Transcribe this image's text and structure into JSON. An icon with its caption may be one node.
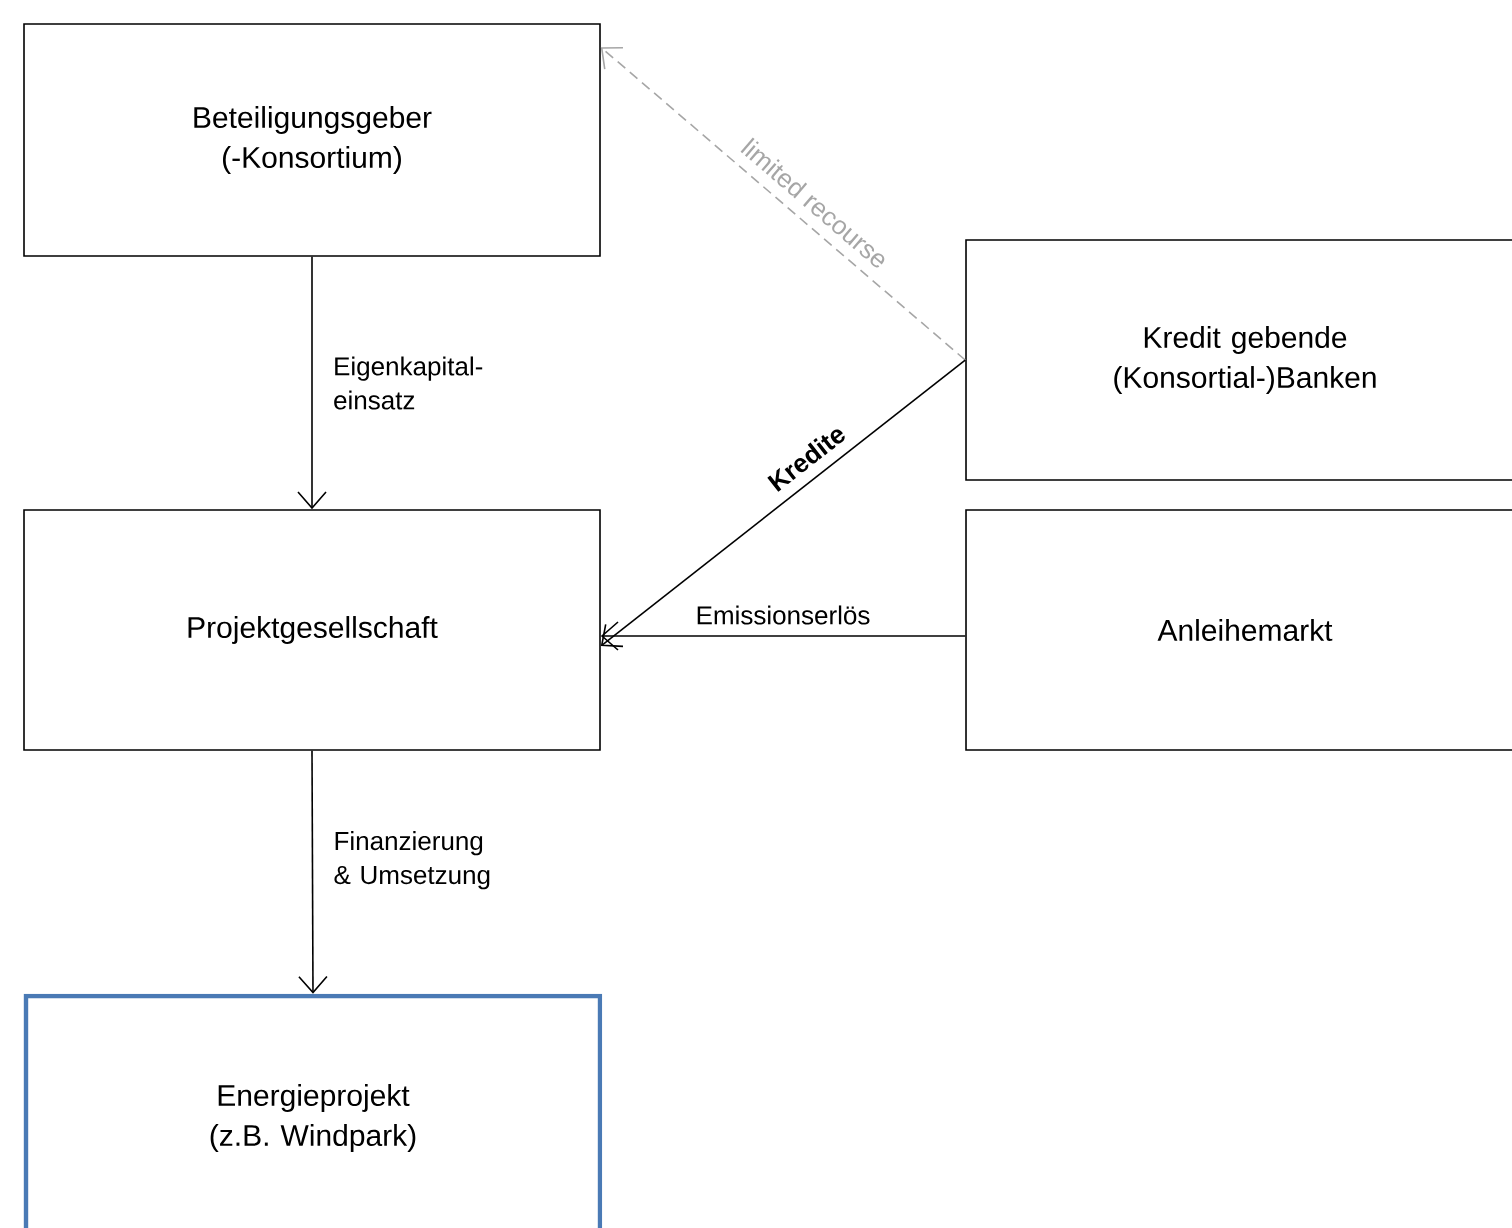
{
  "diagram": {
    "nodes": [
      {
        "text": [
          "Beteiligungsgeber (-Konsortium)"
        ]
      },
      {
        "text": [
          "Kredit gebende (Konsortial-)Banken"
        ]
      },
      {
        "text": [
          "Projektgesellschaft"
        ]
      },
      {
        "text": [
          "Anleihemarkt"
        ]
      },
      {
        "text": [
          "Energieprojekt (z.B. Windpark)"
        ]
      }
    ],
    "edges": [
      {
        "from": 0,
        "to": 2,
        "arrow": "to",
        "label": "Eigenkapital- einsatz"
      },
      {
        "from": 1,
        "to": 0,
        "arrow": "to",
        "label": "limited recourse",
        "style": "dashed",
        "color": "#a6a6a6"
      },
      {
        "from": 1,
        "to": 2,
        "arrow": "to",
        "label": "**Kredite**"
      },
      {
        "from": 3,
        "to": 2,
        "arrow": "to",
        "label": "Emissionserlös"
      },
      {
        "from": 2,
        "to": 4,
        "arrow": "to",
        "label": "Finanzierung & Umsetzung"
      }
    ]
  }
}
